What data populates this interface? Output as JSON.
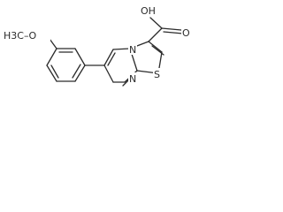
{
  "structure": {
    "atoms": {
      "methoxy": "H3C–O",
      "hydroxyl": "OH",
      "carbonyl_o": "O",
      "bridge_n": "N",
      "ring_n": "N",
      "sulfur": "S"
    }
  }
}
